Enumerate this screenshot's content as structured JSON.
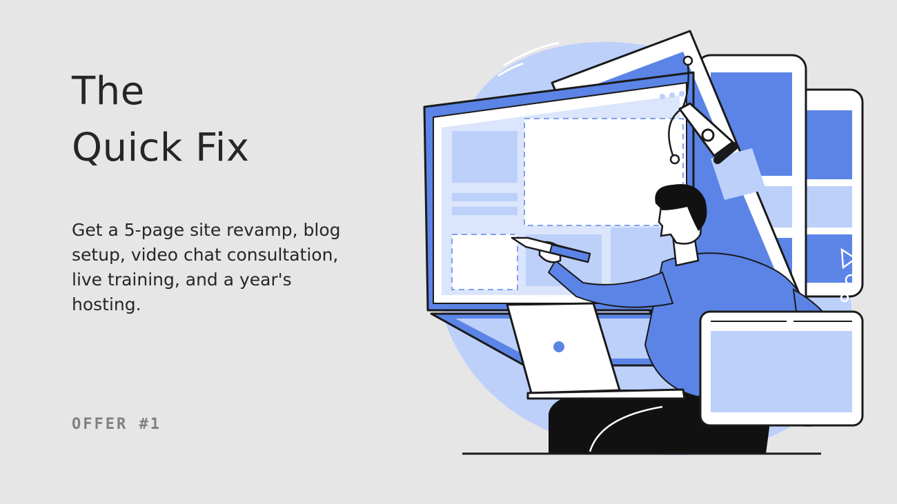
{
  "heading": {
    "line1": "The",
    "line2": "Quick Fix"
  },
  "description": "Get a 5-page site revamp, blog setup, video chat consultation, live training, and a year's hosting.",
  "offer_label": "OFFER #1",
  "colors": {
    "background": "#e6e6e6",
    "accent": "#5b84e6",
    "accent_light": "#bcd0fa",
    "ink": "#1a1a1a"
  },
  "illustration": {
    "icons": [
      "monitor-icon",
      "pen-tool-icon",
      "laptop-icon",
      "tablet-icon",
      "person-figure",
      "pencil-icon"
    ]
  }
}
